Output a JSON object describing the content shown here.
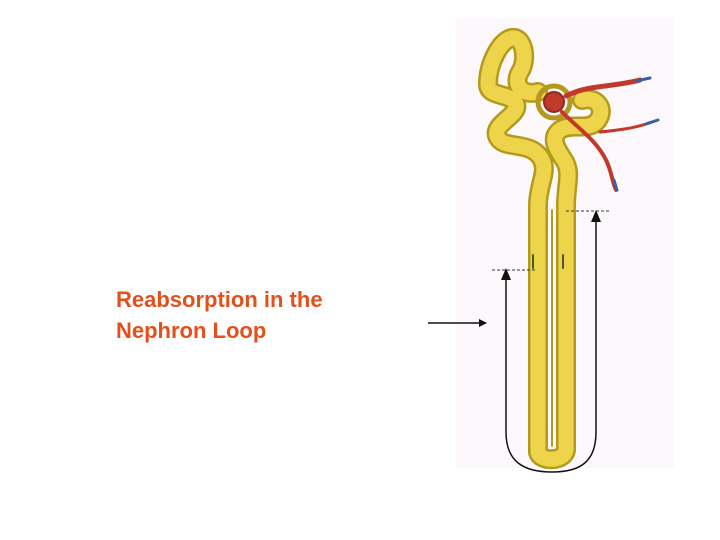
{
  "slide": {
    "title_line1": "Reabsorption in the",
    "title_line2": "Nephron Loop"
  },
  "diagram": {
    "subject": "nephron",
    "colors": {
      "tubule_fill": "#eed44a",
      "tubule_outline": "#b39a1c",
      "capillary": "#c0392b",
      "vessel_blue": "#3a5fa8",
      "background_panel": "#fdf8fb",
      "arrow": "#111111"
    }
  }
}
